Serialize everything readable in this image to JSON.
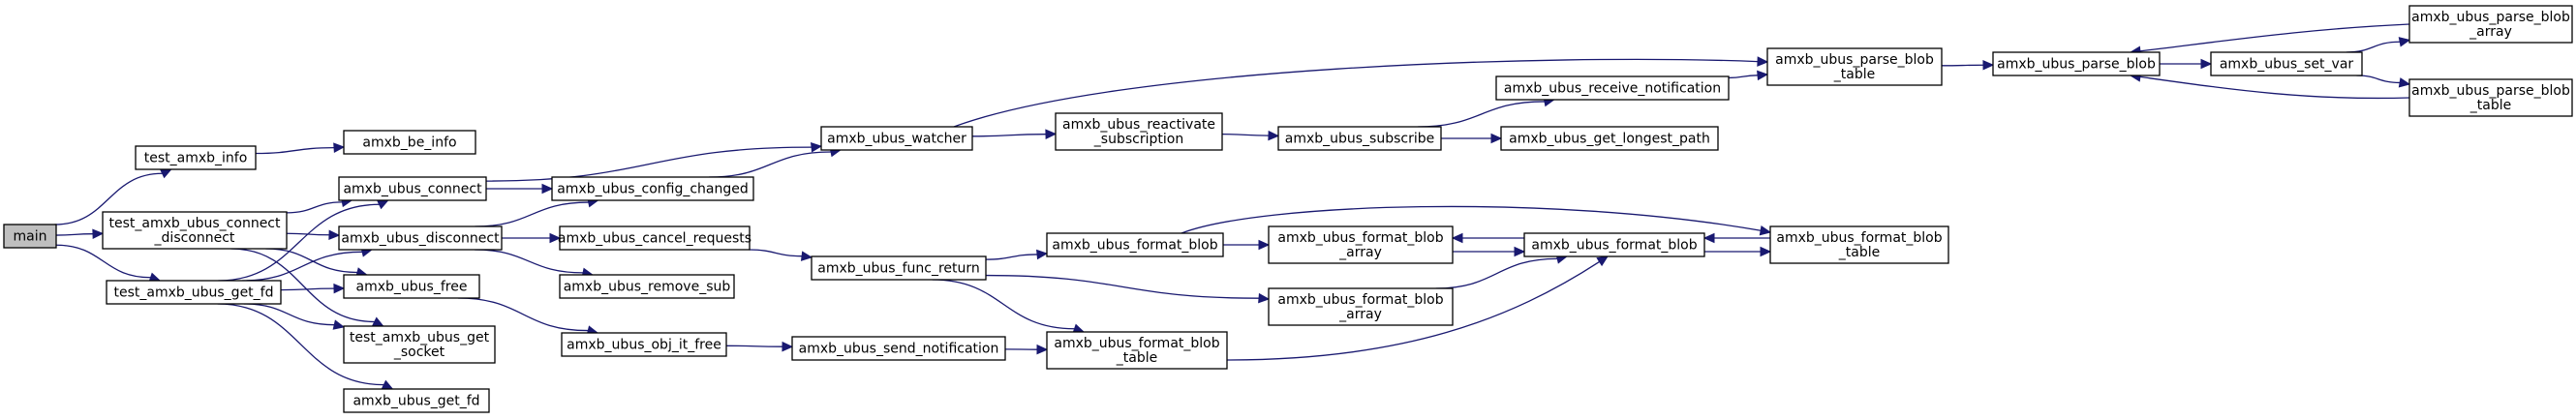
{
  "graph": {
    "nodes": [
      {
        "id": "main",
        "lines": [
          "main"
        ],
        "root": true,
        "fill": "#bfbfbf"
      },
      {
        "id": "test_amxb_info",
        "lines": [
          "test_amxb_info"
        ]
      },
      {
        "id": "test_connect_disconnect",
        "lines": [
          "test_amxb_ubus_connect",
          "_disconnect"
        ]
      },
      {
        "id": "test_get_fd",
        "lines": [
          "test_amxb_ubus_get_fd"
        ]
      },
      {
        "id": "amxb_be_info",
        "lines": [
          "amxb_be_info"
        ]
      },
      {
        "id": "amxb_ubus_connect",
        "lines": [
          "amxb_ubus_connect"
        ]
      },
      {
        "id": "amxb_ubus_disconnect",
        "lines": [
          "amxb_ubus_disconnect"
        ]
      },
      {
        "id": "amxb_ubus_free",
        "lines": [
          "amxb_ubus_free"
        ]
      },
      {
        "id": "test_get_socket",
        "lines": [
          "test_amxb_ubus_get",
          "_socket"
        ]
      },
      {
        "id": "amxb_ubus_get_fd",
        "lines": [
          "amxb_ubus_get_fd"
        ]
      },
      {
        "id": "amxb_ubus_config_changed",
        "lines": [
          "amxb_ubus_config_changed"
        ]
      },
      {
        "id": "amxb_ubus_cancel_requests",
        "lines": [
          "amxb_ubus_cancel_requests"
        ]
      },
      {
        "id": "amxb_ubus_remove_sub",
        "lines": [
          "amxb_ubus_remove_sub"
        ]
      },
      {
        "id": "amxb_ubus_obj_it_free",
        "lines": [
          "amxb_ubus_obj_it_free"
        ]
      },
      {
        "id": "amxb_ubus_watcher",
        "lines": [
          "amxb_ubus_watcher"
        ]
      },
      {
        "id": "amxb_ubus_func_return",
        "lines": [
          "amxb_ubus_func_return"
        ]
      },
      {
        "id": "amxb_ubus_send_notification",
        "lines": [
          "amxb_ubus_send_notification"
        ]
      },
      {
        "id": "amxb_ubus_reactivate_subscription",
        "lines": [
          "amxb_ubus_reactivate",
          "_subscription"
        ]
      },
      {
        "id": "amxb_ubus_format_blob",
        "lines": [
          "amxb_ubus_format_blob"
        ]
      },
      {
        "id": "amxb_ubus_format_blob_table_low",
        "lines": [
          "amxb_ubus_format_blob",
          "_table"
        ]
      },
      {
        "id": "amxb_ubus_subscribe",
        "lines": [
          "amxb_ubus_subscribe"
        ]
      },
      {
        "id": "amxb_ubus_format_blob_array_top",
        "lines": [
          "amxb_ubus_format_blob",
          "_array"
        ]
      },
      {
        "id": "amxb_ubus_format_blob_array_low",
        "lines": [
          "amxb_ubus_format_blob",
          "_array"
        ]
      },
      {
        "id": "amxb_ubus_receive_notification",
        "lines": [
          "amxb_ubus_receive_notification"
        ]
      },
      {
        "id": "amxb_ubus_get_longest_path",
        "lines": [
          "amxb_ubus_get_longest_path"
        ]
      },
      {
        "id": "amxb_ubus_format_blob_c",
        "lines": [
          "amxb_ubus_format_blob"
        ]
      },
      {
        "id": "amxb_ubus_parse_blob_table_mid",
        "lines": [
          "amxb_ubus_parse_blob",
          "_table"
        ]
      },
      {
        "id": "amxb_ubus_format_blob_table_right",
        "lines": [
          "amxb_ubus_format_blob",
          "_table"
        ]
      },
      {
        "id": "amxb_ubus_parse_blob",
        "lines": [
          "amxb_ubus_parse_blob"
        ]
      },
      {
        "id": "amxb_ubus_set_var",
        "lines": [
          "amxb_ubus_set_var"
        ]
      },
      {
        "id": "amxb_ubus_parse_blob_array",
        "lines": [
          "amxb_ubus_parse_blob",
          "_array"
        ]
      },
      {
        "id": "amxb_ubus_parse_blob_table_right",
        "lines": [
          "amxb_ubus_parse_blob",
          "_table"
        ]
      }
    ],
    "edges": [
      [
        "main",
        "test_amxb_info"
      ],
      [
        "main",
        "test_connect_disconnect"
      ],
      [
        "main",
        "test_get_fd"
      ],
      [
        "test_amxb_info",
        "amxb_be_info"
      ],
      [
        "test_connect_disconnect",
        "amxb_ubus_connect"
      ],
      [
        "test_connect_disconnect",
        "amxb_ubus_disconnect"
      ],
      [
        "test_connect_disconnect",
        "amxb_ubus_free"
      ],
      [
        "test_connect_disconnect",
        "test_get_socket"
      ],
      [
        "test_get_fd",
        "amxb_ubus_connect"
      ],
      [
        "test_get_fd",
        "amxb_ubus_disconnect"
      ],
      [
        "test_get_fd",
        "amxb_ubus_free"
      ],
      [
        "test_get_fd",
        "test_get_socket"
      ],
      [
        "test_get_fd",
        "amxb_ubus_get_fd"
      ],
      [
        "amxb_ubus_connect",
        "amxb_ubus_config_changed"
      ],
      [
        "amxb_ubus_connect",
        "amxb_ubus_watcher"
      ],
      [
        "amxb_ubus_disconnect",
        "amxb_ubus_config_changed"
      ],
      [
        "amxb_ubus_disconnect",
        "amxb_ubus_cancel_requests"
      ],
      [
        "amxb_ubus_disconnect",
        "amxb_ubus_remove_sub"
      ],
      [
        "amxb_ubus_free",
        "amxb_ubus_obj_it_free"
      ],
      [
        "amxb_ubus_config_changed",
        "amxb_ubus_watcher"
      ],
      [
        "amxb_ubus_cancel_requests",
        "amxb_ubus_func_return"
      ],
      [
        "amxb_ubus_obj_it_free",
        "amxb_ubus_send_notification"
      ],
      [
        "amxb_ubus_watcher",
        "amxb_ubus_reactivate_subscription"
      ],
      [
        "amxb_ubus_watcher",
        "amxb_ubus_parse_blob_table_mid"
      ],
      [
        "amxb_ubus_reactivate_subscription",
        "amxb_ubus_subscribe"
      ],
      [
        "amxb_ubus_subscribe",
        "amxb_ubus_receive_notification"
      ],
      [
        "amxb_ubus_subscribe",
        "amxb_ubus_get_longest_path"
      ],
      [
        "amxb_ubus_receive_notification",
        "amxb_ubus_parse_blob_table_mid"
      ],
      [
        "amxb_ubus_parse_blob_table_mid",
        "amxb_ubus_parse_blob"
      ],
      [
        "amxb_ubus_parse_blob",
        "amxb_ubus_set_var"
      ],
      [
        "amxb_ubus_set_var",
        "amxb_ubus_parse_blob_array"
      ],
      [
        "amxb_ubus_set_var",
        "amxb_ubus_parse_blob_table_right"
      ],
      [
        "amxb_ubus_parse_blob_array",
        "amxb_ubus_parse_blob"
      ],
      [
        "amxb_ubus_parse_blob_table_right",
        "amxb_ubus_parse_blob"
      ],
      [
        "amxb_ubus_func_return",
        "amxb_ubus_format_blob"
      ],
      [
        "amxb_ubus_func_return",
        "amxb_ubus_format_blob_array_low"
      ],
      [
        "amxb_ubus_func_return",
        "amxb_ubus_format_blob_table_low"
      ],
      [
        "amxb_ubus_send_notification",
        "amxb_ubus_format_blob_table_low"
      ],
      [
        "amxb_ubus_format_blob",
        "amxb_ubus_format_blob_array_top"
      ],
      [
        "amxb_ubus_format_blob",
        "amxb_ubus_format_blob_table_right"
      ],
      [
        "amxb_ubus_format_blob_array_top",
        "amxb_ubus_format_blob_c"
      ],
      [
        "amxb_ubus_format_blob_array_low",
        "amxb_ubus_format_blob_c"
      ],
      [
        "amxb_ubus_format_blob_table_low",
        "amxb_ubus_format_blob_c"
      ],
      [
        "amxb_ubus_format_blob_c",
        "amxb_ubus_format_blob_array_top"
      ],
      [
        "amxb_ubus_format_blob_c",
        "amxb_ubus_format_blob_table_right"
      ],
      [
        "amxb_ubus_format_blob_table_right",
        "amxb_ubus_format_blob_c"
      ]
    ],
    "colors": {
      "edge": "#191970",
      "root_fill": "#bfbfbf",
      "node_border": "#000000"
    }
  }
}
